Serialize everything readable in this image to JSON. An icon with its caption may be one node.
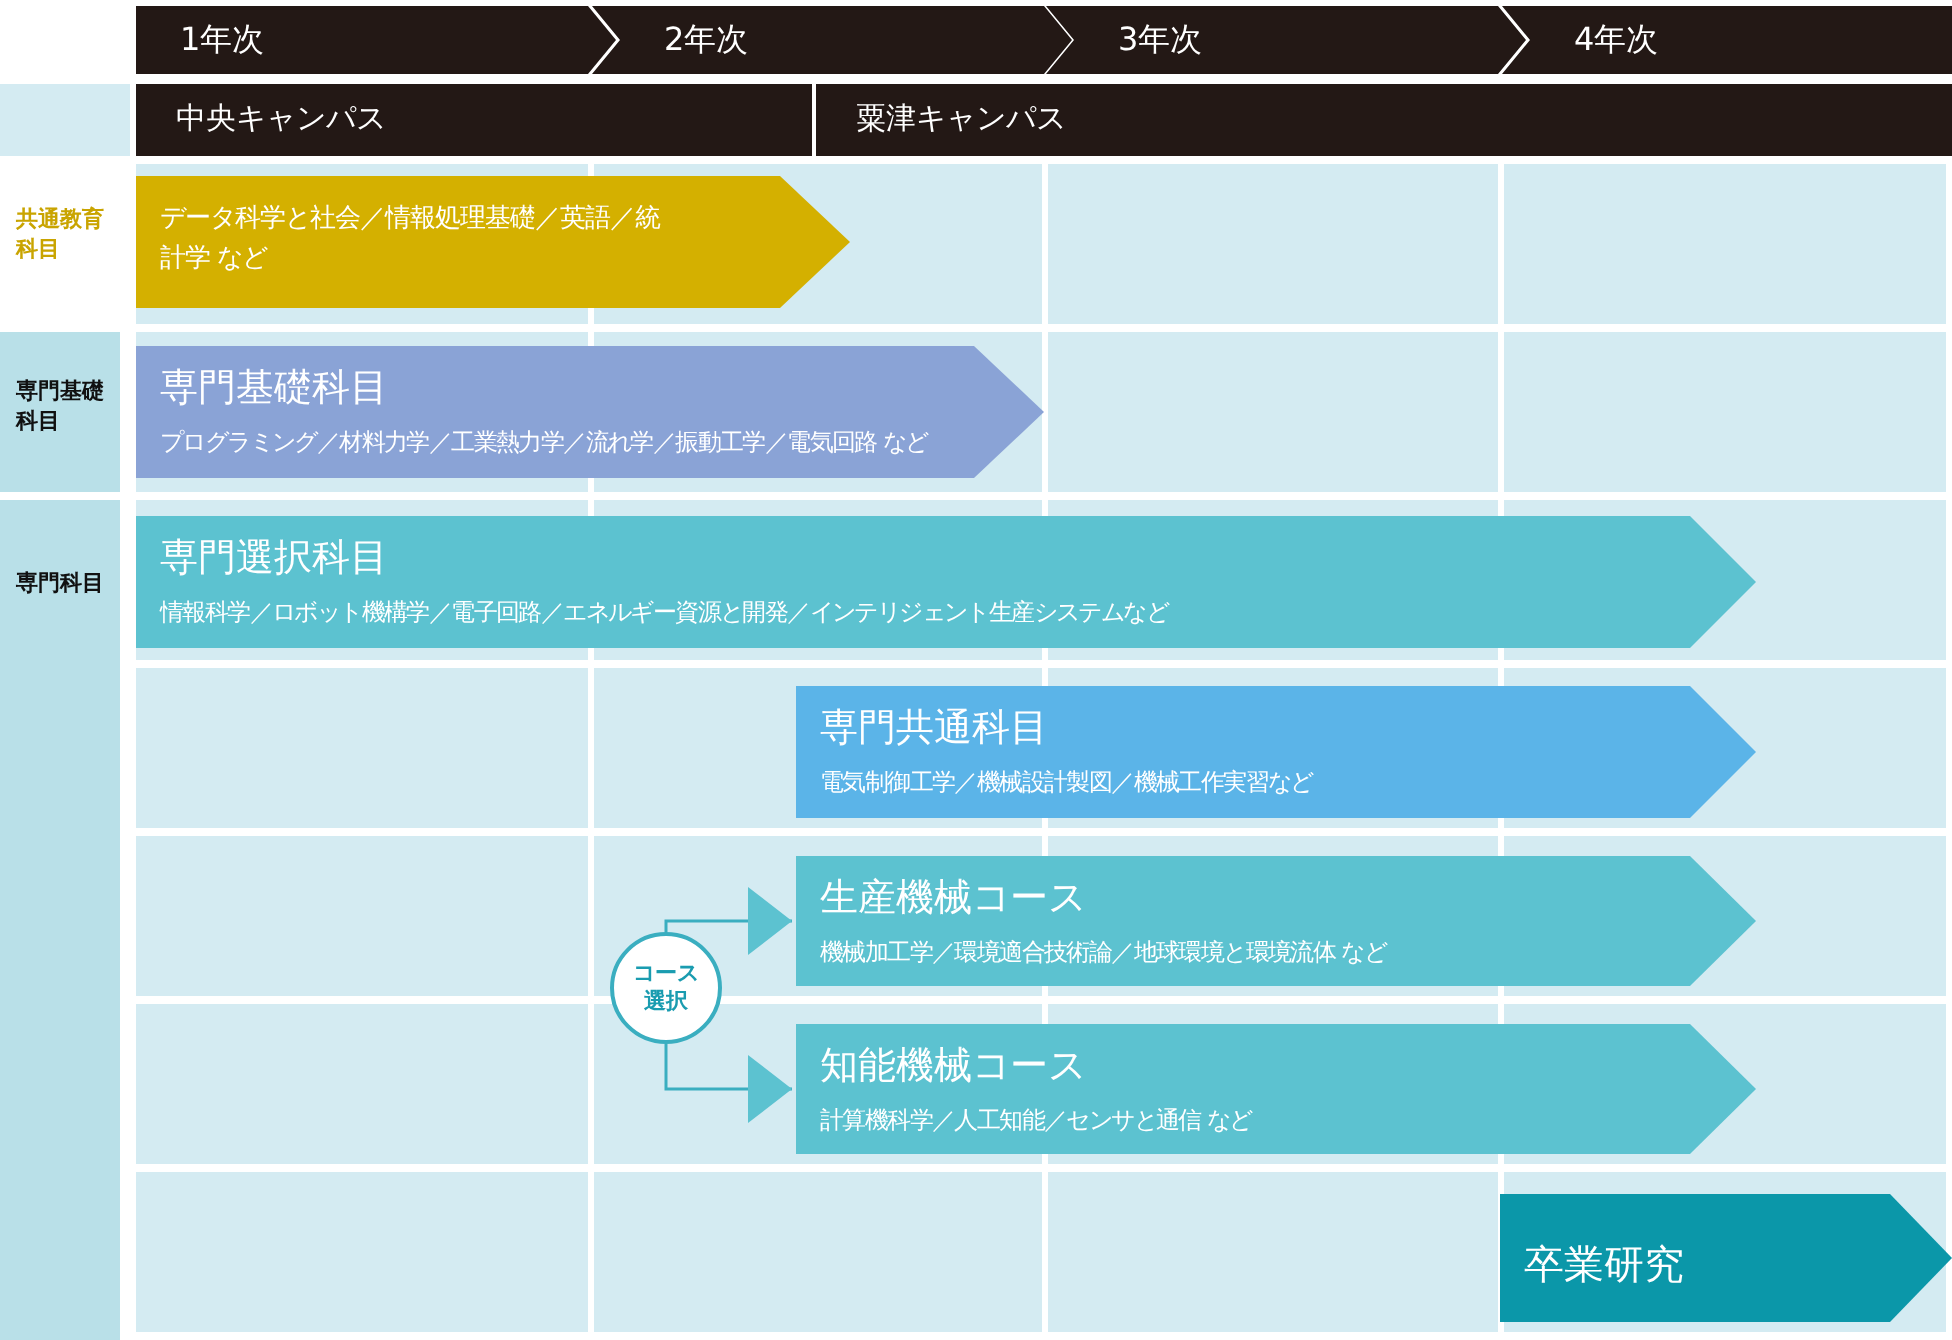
{
  "diagram": {
    "nodes": [
      {
        "text": [
          "1年次"
        ]
      },
      {
        "text": [
          "2年次"
        ]
      },
      {
        "text": [
          "3年次"
        ]
      },
      {
        "text": [
          "4年次"
        ]
      },
      {
        "text": [
          "中央キャンパス"
        ]
      },
      {
        "text": [
          "粟津キャンパス"
        ]
      },
      {
        "text": [
          "共通教育科目"
        ]
      },
      {
        "text": [
          "データ科学と社会／情報処理基礎／英語／統計学 など"
        ]
      },
      {
        "text": [
          "専門基礎科目"
        ]
      },
      {
        "text": [
          "専門基礎科目",
          "プログラミング／材料力学／工業熱力学／流れ学／振動工学／電気回路 など"
        ]
      },
      {
        "text": [
          "専門科目"
        ]
      },
      {
        "text": [
          "専門選択科目",
          "情報科学／ロボット機構学／電子回路／エネルギー資源と開発／インテリジェント生産システムなど"
        ]
      },
      {
        "text": [
          "専門共通科目",
          "電気制御工学／機械設計製図／機械工作実習など"
        ]
      },
      {
        "text": [
          "生産機械コース",
          "機械加工学／環境適合技術論／地球環境と環境流体 など"
        ]
      },
      {
        "text": [
          "コース選択"
        ]
      },
      {
        "text": [
          "知能機械コース",
          "計算機科学／人工知能／センサと通信 など"
        ]
      },
      {
        "text": [
          "卒業研究"
        ]
      }
    ],
    "edges": [
      {
        "from": 14,
        "to": 13,
        "arrow": "to"
      },
      {
        "from": 14,
        "to": 15,
        "arrow": "to"
      }
    ]
  }
}
